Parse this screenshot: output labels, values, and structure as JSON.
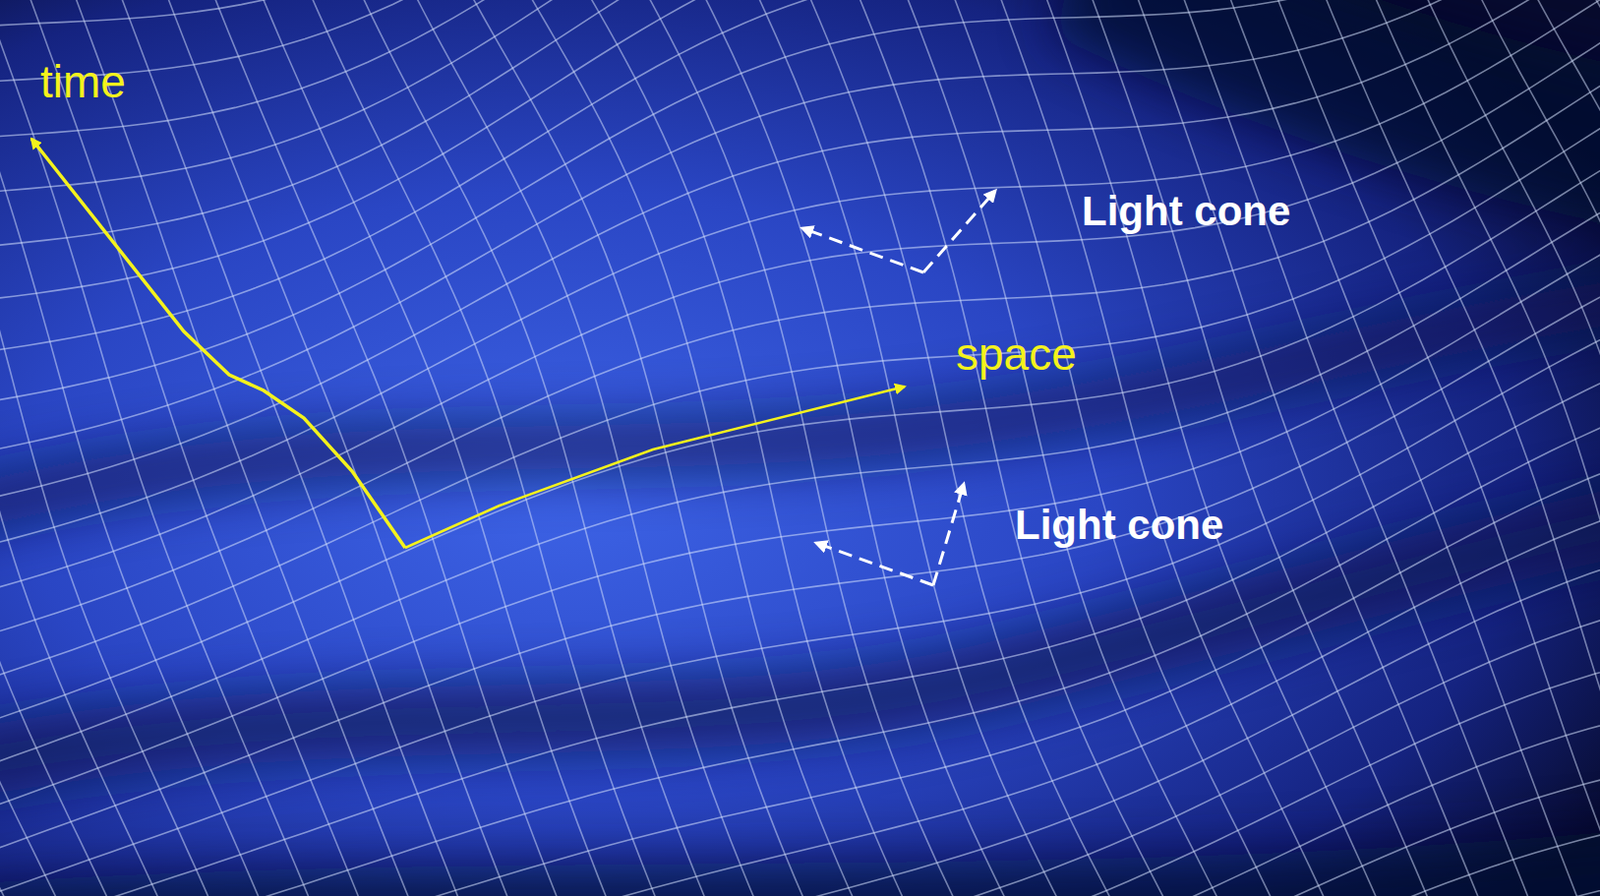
{
  "diagram": {
    "labels": [
      "time",
      "space",
      "Light cone",
      "Light cone"
    ]
  }
}
